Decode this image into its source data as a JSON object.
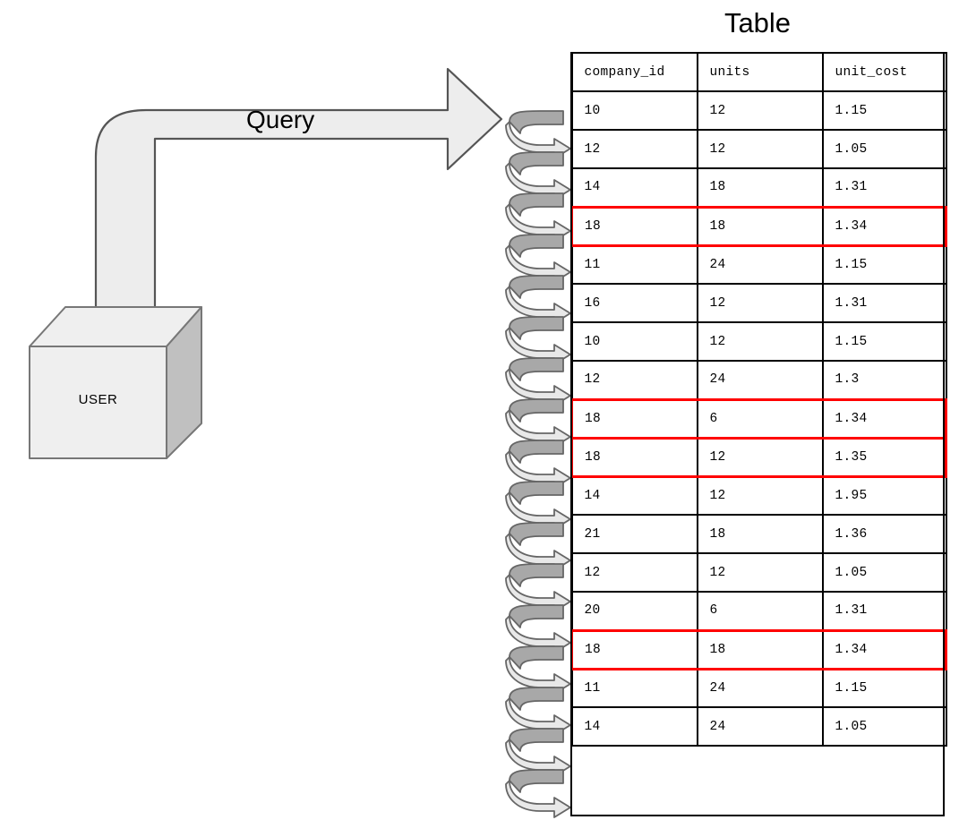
{
  "diagram": {
    "title": "Table",
    "arrow_label": "Query",
    "actor_label": "USER",
    "coil_loops": 17,
    "colors": {
      "shape_fill": "#ededed",
      "shape_stroke": "#555555",
      "cube_side": "#c0c0c0",
      "cube_top": "#efefef",
      "coil_dark": "#a8a8a8",
      "coil_light": "#e8e8e8",
      "coil_stroke": "#666666",
      "table_border": "#000000",
      "highlight": "#ff0000"
    }
  },
  "table": {
    "title": "Table",
    "columns": [
      "company_id",
      "units",
      "unit_cost"
    ],
    "rows": [
      {
        "company_id": "10",
        "units": "12",
        "unit_cost": "1.15",
        "highlighted": false
      },
      {
        "company_id": "12",
        "units": "12",
        "unit_cost": "1.05",
        "highlighted": false
      },
      {
        "company_id": "14",
        "units": "18",
        "unit_cost": "1.31",
        "highlighted": false
      },
      {
        "company_id": "18",
        "units": "18",
        "unit_cost": "1.34",
        "highlighted": true
      },
      {
        "company_id": "11",
        "units": "24",
        "unit_cost": "1.15",
        "highlighted": false
      },
      {
        "company_id": "16",
        "units": "12",
        "unit_cost": "1.31",
        "highlighted": false
      },
      {
        "company_id": "10",
        "units": "12",
        "unit_cost": "1.15",
        "highlighted": false
      },
      {
        "company_id": "12",
        "units": "24",
        "unit_cost": "1.3",
        "highlighted": false
      },
      {
        "company_id": "18",
        "units": "6",
        "unit_cost": "1.34",
        "highlighted": true
      },
      {
        "company_id": "18",
        "units": "12",
        "unit_cost": "1.35",
        "highlighted": true
      },
      {
        "company_id": "14",
        "units": "12",
        "unit_cost": "1.95",
        "highlighted": false
      },
      {
        "company_id": "21",
        "units": "18",
        "unit_cost": "1.36",
        "highlighted": false
      },
      {
        "company_id": "12",
        "units": "12",
        "unit_cost": "1.05",
        "highlighted": false
      },
      {
        "company_id": "20",
        "units": "6",
        "unit_cost": "1.31",
        "highlighted": false
      },
      {
        "company_id": "18",
        "units": "18",
        "unit_cost": "1.34",
        "highlighted": true
      },
      {
        "company_id": "11",
        "units": "24",
        "unit_cost": "1.15",
        "highlighted": false
      },
      {
        "company_id": "14",
        "units": "24",
        "unit_cost": "1.05",
        "highlighted": false
      }
    ]
  }
}
